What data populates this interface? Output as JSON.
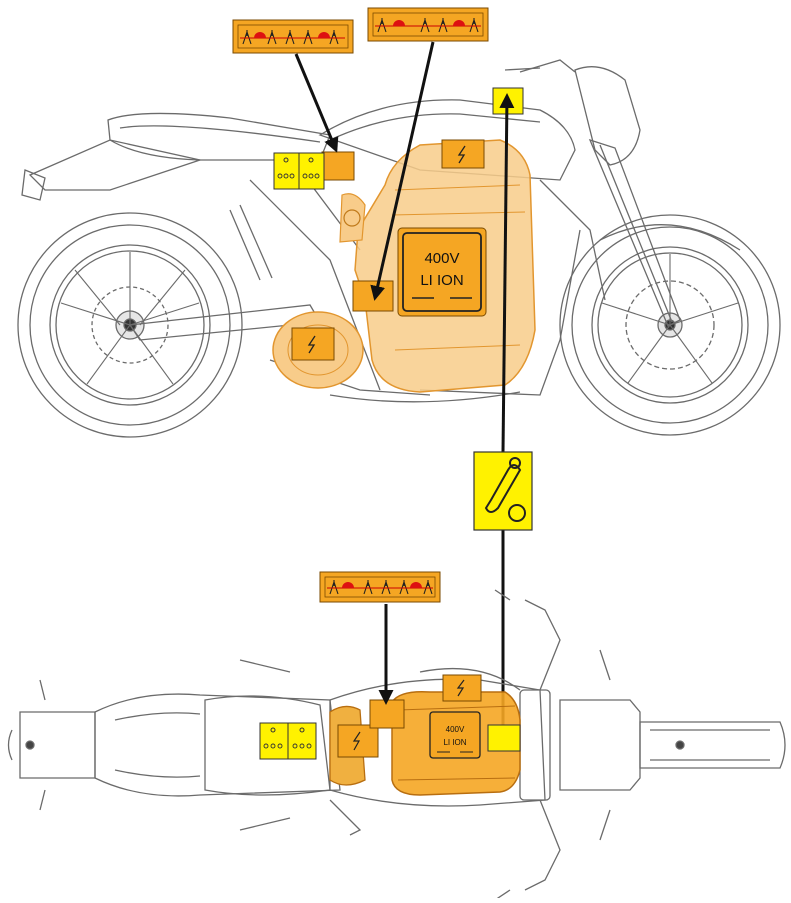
{
  "battery_label_side": {
    "voltage": "400V",
    "chemistry": "LI ION"
  },
  "battery_label_top": {
    "voltage": "400V",
    "chemistry": "LI ION"
  },
  "icons": {
    "high_voltage": "lightning-bolt-icon",
    "cable_cut": "cable-cut-icon",
    "no_contact_warning": "no-contact-warning-icon",
    "low_voltage_battery": "12v-battery-icon"
  },
  "colors": {
    "hv_orange": "#F5A623",
    "hv_fill": "#F8CC8A",
    "warning_yellow": "#FFF200",
    "line": "#1a1a1a",
    "sketch": "#6b6b6b"
  }
}
